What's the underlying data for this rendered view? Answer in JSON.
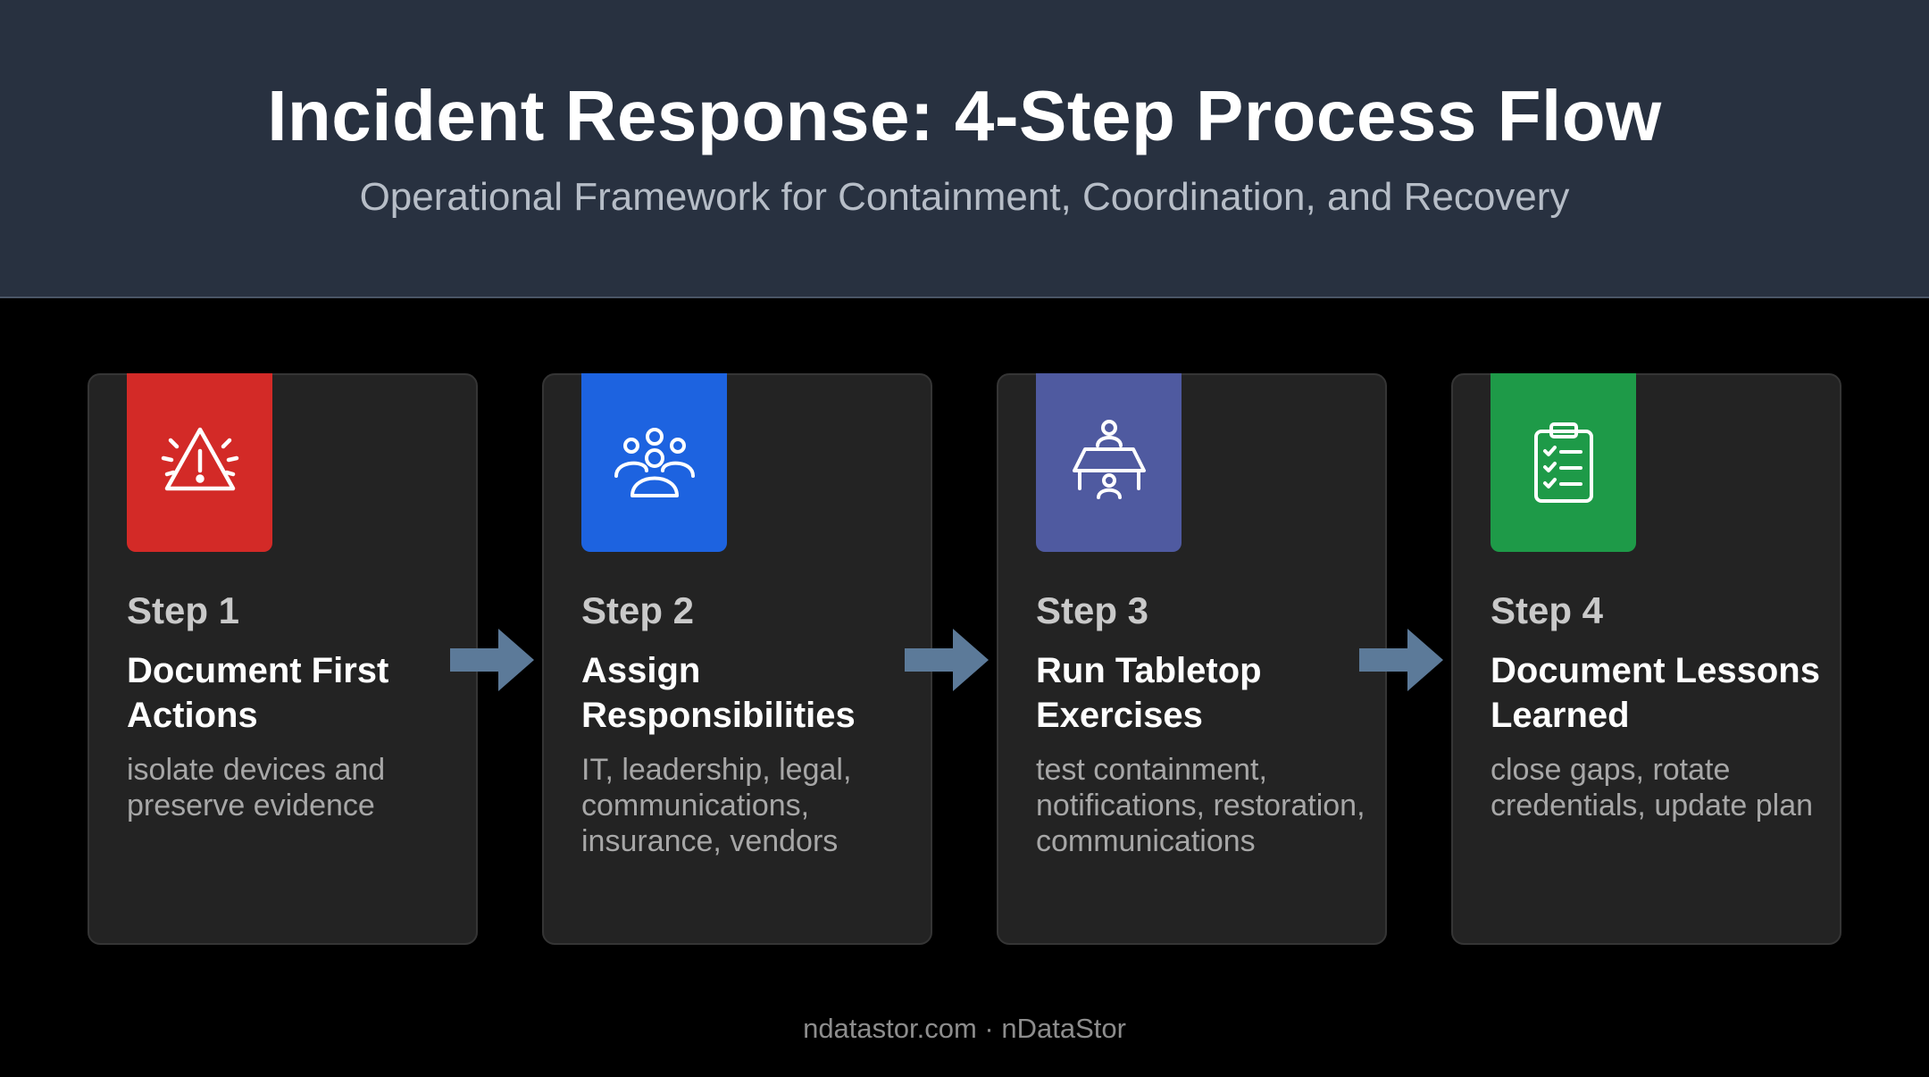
{
  "header": {
    "title": "Incident Response: 4-Step Process Flow",
    "subtitle": "Operational Framework for Containment, Coordination, and Recovery"
  },
  "steps": [
    {
      "label": "Step 1",
      "title": "Document First Actions",
      "description": "isolate devices and preserve evidence",
      "icon": "warning-triangle-icon",
      "color": "#d32a27"
    },
    {
      "label": "Step 2",
      "title": "Assign Responsibilities",
      "description": "IT, leadership, legal, communications, insurance, vendors",
      "icon": "team-group-icon",
      "color": "#1d63e0"
    },
    {
      "label": "Step 3",
      "title": "Run Tabletop Exercises",
      "description": "test containment, notifications, restoration, communications",
      "icon": "tabletop-meeting-icon",
      "color": "#4f5aa0"
    },
    {
      "label": "Step 4",
      "title": "Document Lessons Learned",
      "description": "close gaps, rotate credentials, update plan",
      "icon": "clipboard-checklist-icon",
      "color": "#1e9a48"
    }
  ],
  "arrow_color": "#5c7a99",
  "footer": "ndatastor.com · nDataStor"
}
